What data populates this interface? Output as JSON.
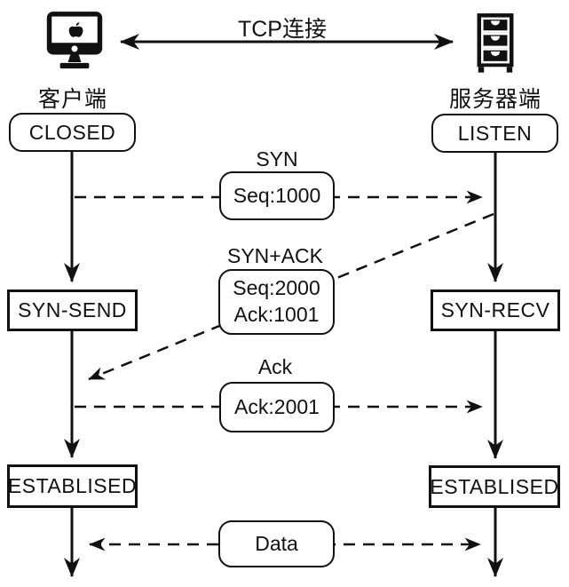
{
  "colors": {
    "ink": "#111111",
    "background": "#ffffff"
  },
  "header": {
    "link_label": "TCP连接",
    "client": {
      "name": "客户端",
      "icon": "imac-computer-icon"
    },
    "server": {
      "name": "服务器端",
      "icon": "server-drawers-icon"
    }
  },
  "client_states": [
    {
      "label": "CLOSED"
    },
    {
      "label": "SYN-SEND"
    },
    {
      "label": "ESTABLISED"
    }
  ],
  "server_states": [
    {
      "label": "LISTEN"
    },
    {
      "label": "SYN-RECV"
    },
    {
      "label": "ESTABLISED"
    }
  ],
  "messages": [
    {
      "title": "SYN",
      "box_text": "Seq:1000",
      "direction": "client-to-server"
    },
    {
      "title": "SYN+ACK",
      "box_text": "Seq:2000\nAck:1001",
      "direction": "server-to-client"
    },
    {
      "title": "Ack",
      "box_text": "Ack:2001",
      "direction": "client-to-server"
    },
    {
      "title": "",
      "box_text": "Data",
      "direction": "bidirectional"
    }
  ]
}
